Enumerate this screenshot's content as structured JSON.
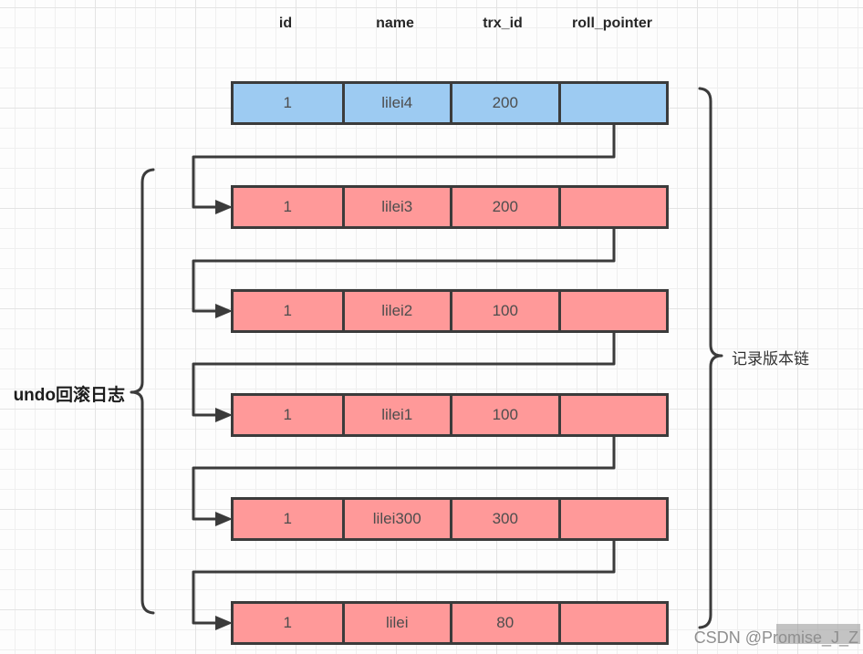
{
  "headers": [
    "id",
    "name",
    "trx_id",
    "roll_pointer"
  ],
  "rows": [
    {
      "id": "1",
      "name": "lilei4",
      "trx_id": "200",
      "roll_pointer": "",
      "variant": "current"
    },
    {
      "id": "1",
      "name": "lilei3",
      "trx_id": "200",
      "roll_pointer": "",
      "variant": "undo"
    },
    {
      "id": "1",
      "name": "lilei2",
      "trx_id": "100",
      "roll_pointer": "",
      "variant": "undo"
    },
    {
      "id": "1",
      "name": "lilei1",
      "trx_id": "100",
      "roll_pointer": "",
      "variant": "undo"
    },
    {
      "id": "1",
      "name": "lilei300",
      "trx_id": "300",
      "roll_pointer": "",
      "variant": "undo"
    },
    {
      "id": "1",
      "name": "lilei",
      "trx_id": "80",
      "roll_pointer": "",
      "variant": "undo"
    }
  ],
  "labels": {
    "undo_log": "undo回滚日志",
    "version_chain": "记录版本链"
  },
  "watermark": {
    "text": "CSDN @Promise_J_Z"
  },
  "colors": {
    "current_row_fill": "#9DCBF2",
    "undo_row_fill": "#FF9999",
    "line": "#3B3B3B",
    "cell_text": "#4D4D4D",
    "header_text": "#262626",
    "watermark_text": "#8F8F8F"
  }
}
